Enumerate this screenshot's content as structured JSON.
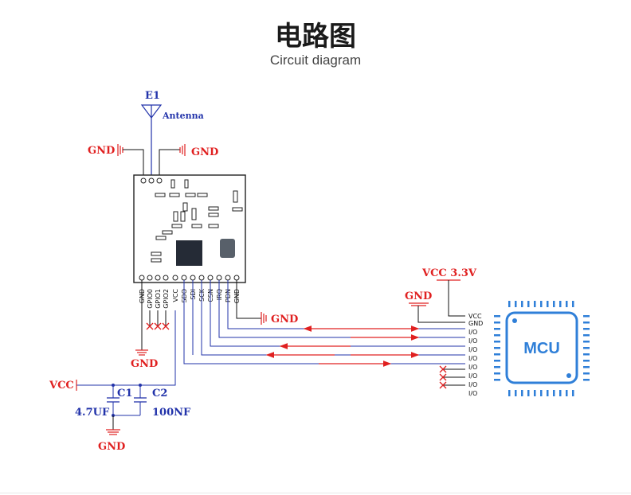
{
  "title": "电路图",
  "subtitle": "Circuit diagram",
  "antenna": {
    "ref": "E1",
    "label": "Antenna"
  },
  "module": {
    "pins": [
      "GND",
      "GPIO0",
      "GPIO1",
      "GPIO2",
      "VCC",
      "SDO",
      "SDI",
      "SCK",
      "CSN",
      "IRQ",
      "PDN",
      "GND"
    ]
  },
  "labels": {
    "gnd": "GND",
    "vcc": "VCC",
    "vcc33": "VCC 3.3V",
    "c1": "C1",
    "c2": "C2",
    "c1_value": "4.7UF",
    "c2_value": "100NF"
  },
  "mcu": {
    "label": "MCU",
    "pins": [
      "VCC",
      "GND",
      "I/O",
      "I/O",
      "I/O",
      "I/O",
      "I/O",
      "I/O",
      "I/O",
      "I/O"
    ]
  },
  "colors": {
    "red": "#e02020",
    "blue": "#2233aa",
    "mcu_blue": "#2f7fd8",
    "black": "#111111"
  }
}
